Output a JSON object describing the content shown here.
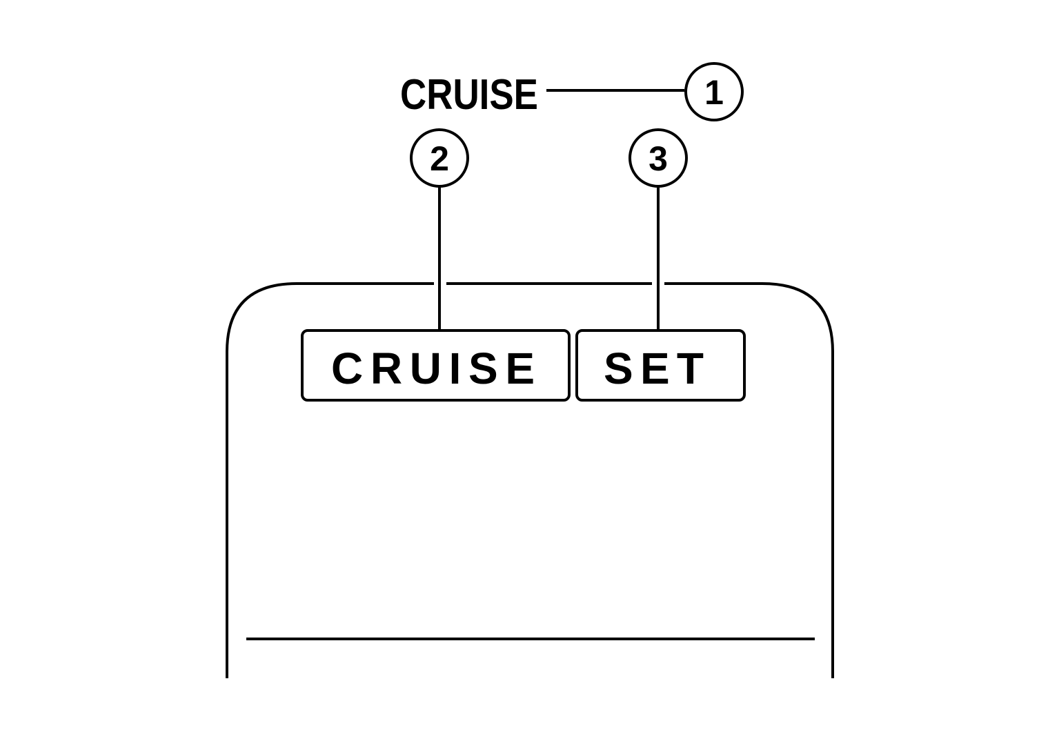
{
  "callouts": {
    "one": {
      "number": "1",
      "label": "CRUISE"
    },
    "two": {
      "number": "2"
    },
    "three": {
      "number": "3"
    }
  },
  "buttons": {
    "cruise": {
      "label": "CRUISE"
    },
    "set": {
      "label": "SET"
    }
  },
  "colors": {
    "line": "#000000",
    "background": "#ffffff"
  }
}
